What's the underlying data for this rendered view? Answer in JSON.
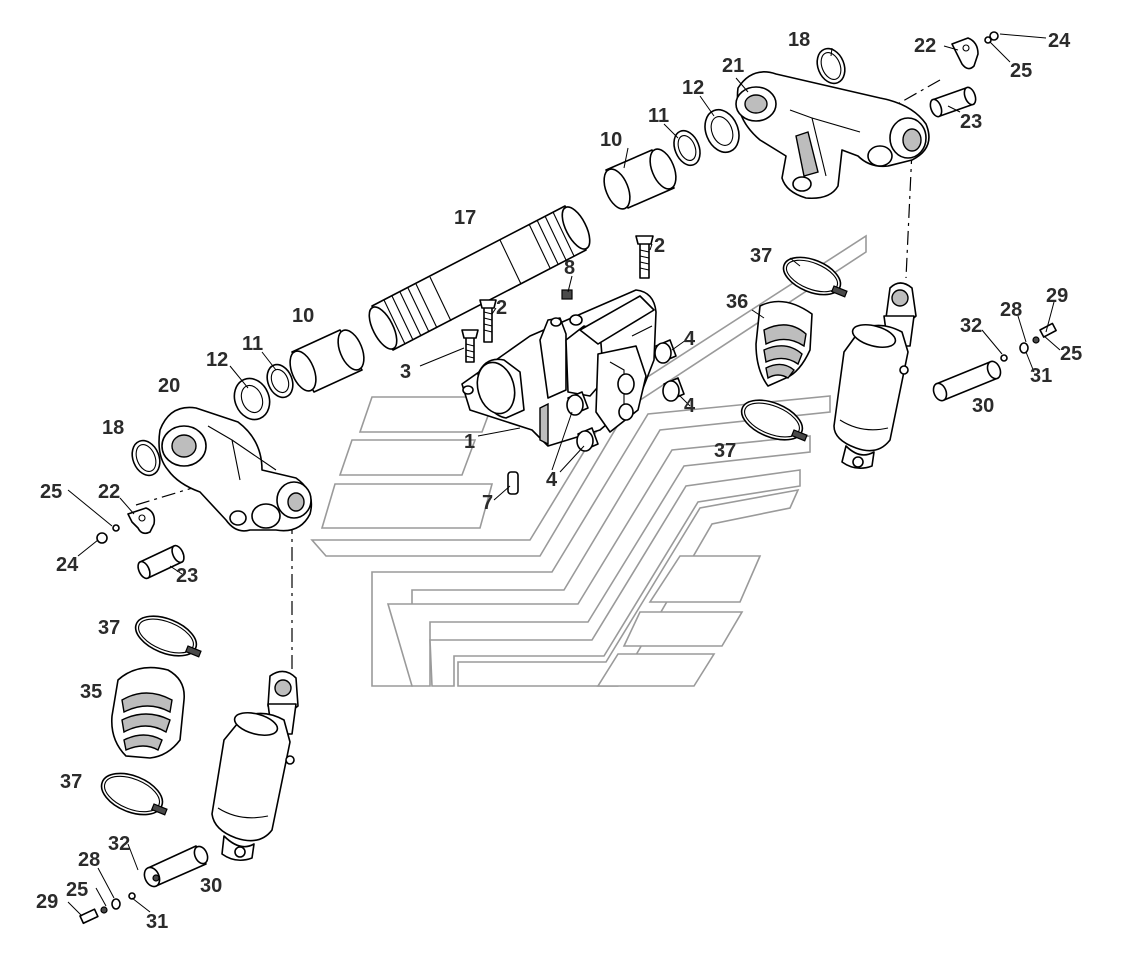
{
  "diagram": {
    "colors": {
      "line": "#000000",
      "label": "#2b2b2b",
      "watermark": "#9a9a9a",
      "shade": "#bdbdbd"
    },
    "callouts": [
      {
        "id": "c18a",
        "text": "18"
      },
      {
        "id": "c22a",
        "text": "22"
      },
      {
        "id": "c24a",
        "text": "24"
      },
      {
        "id": "c21",
        "text": "21"
      },
      {
        "id": "c25a",
        "text": "25"
      },
      {
        "id": "c12a",
        "text": "12"
      },
      {
        "id": "c11a",
        "text": "11"
      },
      {
        "id": "c23a",
        "text": "23"
      },
      {
        "id": "c10a",
        "text": "10"
      },
      {
        "id": "c17",
        "text": "17"
      },
      {
        "id": "c2a",
        "text": "2"
      },
      {
        "id": "c37a",
        "text": "37"
      },
      {
        "id": "c8",
        "text": "8"
      },
      {
        "id": "c2b",
        "text": "2"
      },
      {
        "id": "c36",
        "text": "36"
      },
      {
        "id": "c29a",
        "text": "29"
      },
      {
        "id": "c10b",
        "text": "10"
      },
      {
        "id": "c28a",
        "text": "28"
      },
      {
        "id": "c32a",
        "text": "32"
      },
      {
        "id": "c4a",
        "text": "4"
      },
      {
        "id": "c11b",
        "text": "11"
      },
      {
        "id": "c12b",
        "text": "12"
      },
      {
        "id": "c3",
        "text": "3"
      },
      {
        "id": "c25b",
        "text": "25"
      },
      {
        "id": "c31a",
        "text": "31"
      },
      {
        "id": "c20",
        "text": "20"
      },
      {
        "id": "c30a",
        "text": "30"
      },
      {
        "id": "c4b",
        "text": "4"
      },
      {
        "id": "c18b",
        "text": "18"
      },
      {
        "id": "c1",
        "text": "1"
      },
      {
        "id": "c37b",
        "text": "37"
      },
      {
        "id": "c4c",
        "text": "4"
      },
      {
        "id": "c25c",
        "text": "25"
      },
      {
        "id": "c22b",
        "text": "22"
      },
      {
        "id": "c7",
        "text": "7"
      },
      {
        "id": "c24b",
        "text": "24"
      },
      {
        "id": "c23b",
        "text": "23"
      },
      {
        "id": "c37c",
        "text": "37"
      },
      {
        "id": "c35",
        "text": "35"
      },
      {
        "id": "c37d",
        "text": "37"
      },
      {
        "id": "c32b",
        "text": "32"
      },
      {
        "id": "c28b",
        "text": "28"
      },
      {
        "id": "c30b",
        "text": "30"
      },
      {
        "id": "c29b",
        "text": "29"
      },
      {
        "id": "c25d",
        "text": "25"
      },
      {
        "id": "c31b",
        "text": "31"
      }
    ]
  }
}
